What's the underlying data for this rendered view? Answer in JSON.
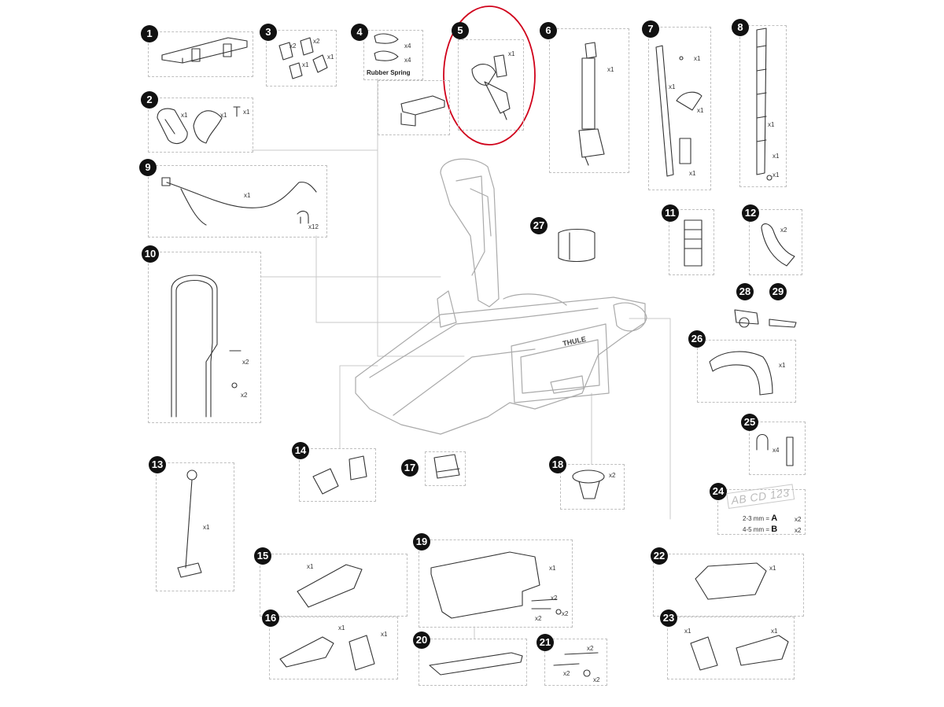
{
  "parts": [
    {
      "id": "1",
      "qty": []
    },
    {
      "id": "2",
      "qty": [
        "x1",
        "x1",
        "x1"
      ]
    },
    {
      "id": "3",
      "qty": [
        "x2",
        "x2",
        "x1",
        "x1"
      ]
    },
    {
      "id": "4",
      "qty": [
        "x4",
        "x4"
      ],
      "label": "Rubber Spring"
    },
    {
      "id": "5",
      "qty": [
        "x1"
      ]
    },
    {
      "id": "6",
      "qty": [
        "x1"
      ]
    },
    {
      "id": "7",
      "qty": [
        "x1",
        "x1",
        "x1",
        "x1"
      ]
    },
    {
      "id": "8",
      "qty": [
        "x1",
        "x1",
        "x1"
      ]
    },
    {
      "id": "9",
      "qty": [
        "x1",
        "x12"
      ]
    },
    {
      "id": "10",
      "qty": [
        "x2",
        "x2"
      ]
    },
    {
      "id": "11",
      "qty": []
    },
    {
      "id": "12",
      "qty": [
        "x2"
      ]
    },
    {
      "id": "13",
      "qty": [
        "x1"
      ]
    },
    {
      "id": "14",
      "qty": []
    },
    {
      "id": "15",
      "qty": [
        "x1"
      ]
    },
    {
      "id": "16",
      "qty": [
        "x1",
        "x1"
      ]
    },
    {
      "id": "17",
      "qty": []
    },
    {
      "id": "18",
      "qty": [
        "x2"
      ]
    },
    {
      "id": "19",
      "qty": [
        "x1",
        "x2",
        "x2",
        "x2"
      ]
    },
    {
      "id": "20",
      "qty": []
    },
    {
      "id": "21",
      "qty": [
        "x2",
        "x2",
        "x2"
      ]
    },
    {
      "id": "22",
      "qty": [
        "x1"
      ]
    },
    {
      "id": "23",
      "qty": [
        "x1",
        "x1"
      ]
    },
    {
      "id": "24",
      "qty": [
        "x2",
        "x2"
      ],
      "plate": "AB CD 123",
      "sizes": [
        {
          "range": "2-3 mm =",
          "letter": "A"
        },
        {
          "range": "4-5 mm =",
          "letter": "B"
        }
      ]
    },
    {
      "id": "25",
      "qty": [
        "x4"
      ]
    },
    {
      "id": "26",
      "qty": [
        "x1"
      ]
    },
    {
      "id": "27",
      "qty": []
    },
    {
      "id": "28",
      "qty": []
    },
    {
      "id": "29",
      "qty": []
    }
  ],
  "brand": "THULE",
  "highlight": {
    "part": "5",
    "color": "#d0021b"
  },
  "colors": {
    "badge": "#111111",
    "line": "#333333",
    "box": "#bfbfbf"
  }
}
